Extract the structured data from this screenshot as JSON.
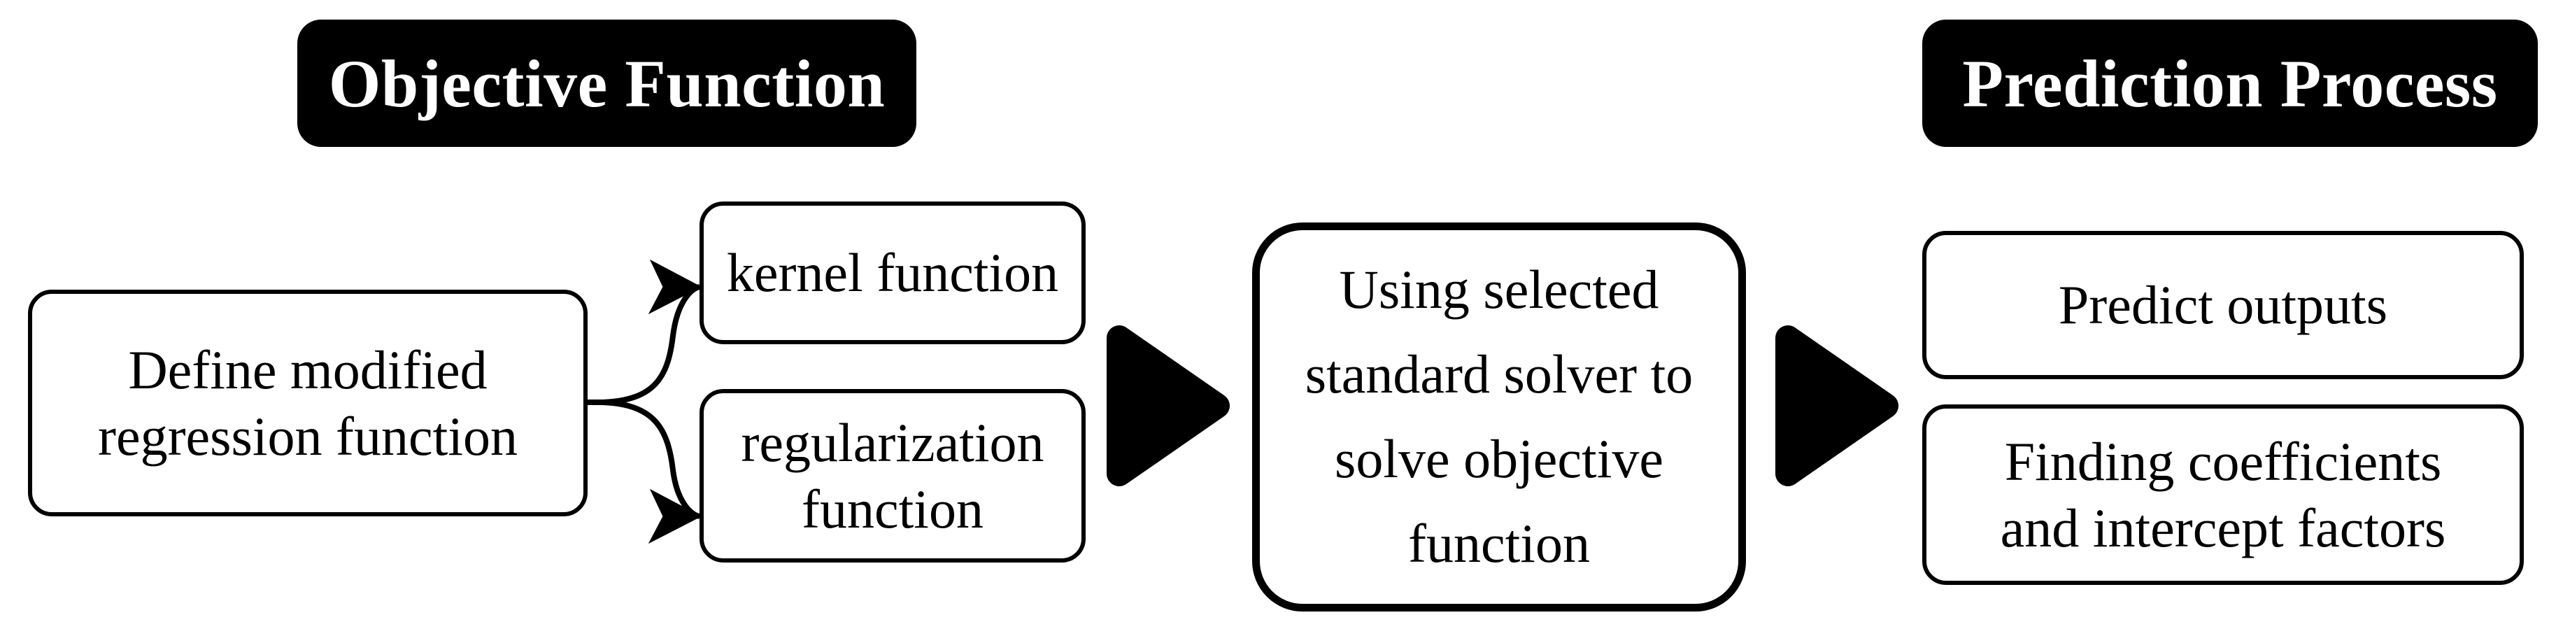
{
  "diagram": {
    "title_left": "Objective Function",
    "title_right": "Prediction Process",
    "colors": {
      "badge_background": "#000000",
      "badge_text": "#ffffff",
      "box_border": "#000000",
      "box_background": "#ffffff",
      "arrow_fill": "#000000",
      "page_background": "#ffffff"
    },
    "boxes": {
      "define": {
        "line1": "Define modified",
        "line2": "regression function"
      },
      "kernel": {
        "line1": "kernel function"
      },
      "regularization": {
        "line1": "regularization",
        "line2": "function"
      },
      "solver": {
        "line1": "Using selected",
        "line2": "standard solver to",
        "line3": "solve objective",
        "line4": "function"
      },
      "predict": {
        "line1": "Predict outputs"
      },
      "coefficients": {
        "line1": "Finding coefficients",
        "line2": "and intercept factors"
      }
    },
    "connectors": [
      {
        "name": "define-to-kernel",
        "type": "curved-arrow"
      },
      {
        "name": "define-to-regularization",
        "type": "curved-arrow"
      },
      {
        "name": "objective-to-solver",
        "type": "block-triangle"
      },
      {
        "name": "solver-to-prediction",
        "type": "block-triangle"
      }
    ]
  }
}
